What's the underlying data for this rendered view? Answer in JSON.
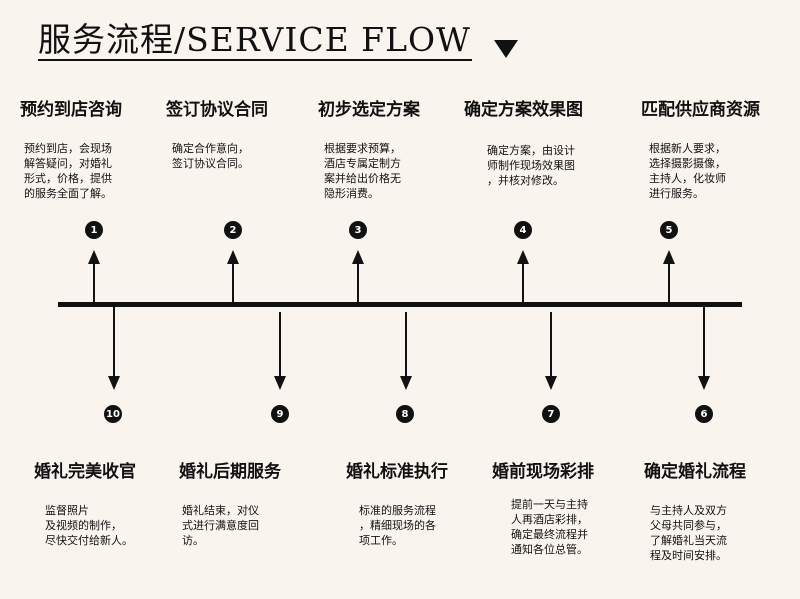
{
  "title": "服务流程/SERVICE FLOW",
  "steps": [
    {
      "num": "1",
      "title": "预约到店咨询",
      "desc": "预约到店，会现场\n解答疑问，对婚礼\n形式，价格，提供\n的服务全面了解。"
    },
    {
      "num": "2",
      "title": "签订协议合同",
      "desc": "确定合作意向，\n签订协议合同。"
    },
    {
      "num": "3",
      "title": "初步选定方案",
      "desc": "根据要求预算，\n酒店专属定制方\n案并给出价格无\n隐形消费。"
    },
    {
      "num": "4",
      "title": "确定方案效果图",
      "desc": "确定方案，由设计\n师制作现场效果图\n，并核对修改。"
    },
    {
      "num": "5",
      "title": "匹配供应商资源",
      "desc": "根据新人要求，\n选择摄影摄像，\n主持人，化妆师\n进行服务。"
    },
    {
      "num": "6",
      "title": "确定婚礼流程",
      "desc": "与主持人及双方\n父母共同参与，\n了解婚礼当天流\n程及时间安排。"
    },
    {
      "num": "7",
      "title": "婚前现场彩排",
      "desc": "提前一天与主持\n人再酒店彩排，\n确定最终流程并\n通知各位总管。"
    },
    {
      "num": "8",
      "title": "婚礼标准执行",
      "desc": "标准的服务流程\n，精细现场的各\n项工作。"
    },
    {
      "num": "9",
      "title": "婚礼后期服务",
      "desc": "婚礼结束，对仪\n式进行满意度回\n访。"
    },
    {
      "num": "10",
      "title": "婚礼完美收官",
      "desc": "监督照片\n及视频的制作，\n尽快交付给新人。"
    }
  ]
}
